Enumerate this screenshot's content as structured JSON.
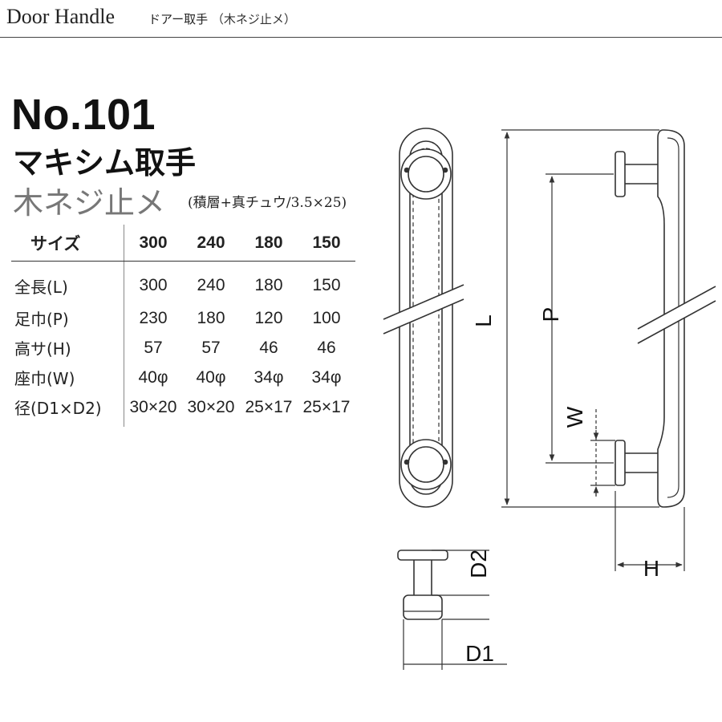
{
  "header": {
    "title": "Door Handle",
    "subtitle": "ドアー取手",
    "mount_paren": "（木ネジ止メ）"
  },
  "product": {
    "model_no": "No.101",
    "name": "マキシム取手",
    "mount_type": "木ネジ止メ",
    "screw_note": "(積層+真チュウ/3.5×25)"
  },
  "spec_table": {
    "size_label": "サイズ",
    "sizes": [
      "300",
      "240",
      "180",
      "150"
    ],
    "rows": [
      {
        "label": "全長(L)",
        "values": [
          "300",
          "240",
          "180",
          "150"
        ]
      },
      {
        "label": "足巾(P)",
        "values": [
          "230",
          "180",
          "120",
          "100"
        ]
      },
      {
        "label": "高サ(H)",
        "values": [
          "57",
          "57",
          "46",
          "46"
        ]
      },
      {
        "label": "座巾(W)",
        "values": [
          "40φ",
          "40φ",
          "34φ",
          "34φ"
        ]
      },
      {
        "label": "径(D1×D2)",
        "values": [
          "30×20",
          "30×20",
          "25×17",
          "25×17"
        ]
      }
    ]
  },
  "dimension_labels": {
    "L": "L",
    "P": "P",
    "W": "W",
    "H": "H",
    "D1": "D1",
    "D2": "D2"
  },
  "colors": {
    "line": "#333333",
    "text": "#111111",
    "muted_text": "#777777",
    "background": "#ffffff"
  }
}
